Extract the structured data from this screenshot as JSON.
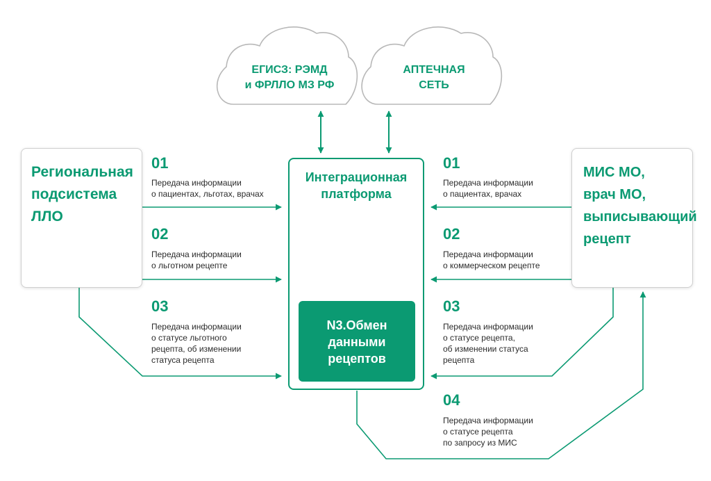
{
  "colors": {
    "accent": "#0b9a72",
    "text": "#2b2b2b",
    "box_border": "#cfcfcf"
  },
  "clouds": {
    "left": {
      "lines": [
        "ЕГИСЗ: РЭМД",
        "и ФРЛЛО МЗ РФ"
      ]
    },
    "right": {
      "lines": [
        "АПТЕЧНАЯ",
        "СЕТЬ"
      ]
    }
  },
  "left_box": {
    "lines": [
      "Региональная",
      "подсистема",
      "ЛЛО"
    ]
  },
  "right_box": {
    "lines": [
      "МИС МО,",
      "врач МО,",
      "выписывающий",
      "рецепт"
    ]
  },
  "platform": {
    "title_lines": [
      "Интеграционная",
      "платформа"
    ],
    "module_lines": [
      "N3.Обмен",
      "данными",
      "рецептов"
    ],
    "icon": "document-transfer-icon"
  },
  "left_flows": [
    {
      "num": "01",
      "lines": [
        "Передача информации",
        "о пациентах, льготах, врачах"
      ]
    },
    {
      "num": "02",
      "lines": [
        "Передача информации",
        "о льготном рецепте"
      ]
    },
    {
      "num": "03",
      "lines": [
        "Передача информации",
        "о статусе льготного",
        "рецепта, об изменении",
        "статуса рецепта"
      ]
    }
  ],
  "right_flows": [
    {
      "num": "01",
      "lines": [
        "Передача информации",
        "о пациентах, врачах"
      ]
    },
    {
      "num": "02",
      "lines": [
        "Передача информации",
        "о коммерческом рецепте"
      ]
    },
    {
      "num": "03",
      "lines": [
        "Передача информации",
        "о статусе рецепта,",
        "об изменении статуса",
        "рецепта"
      ]
    },
    {
      "num": "04",
      "lines": [
        "Передача информации",
        "о статусе рецепта",
        "по запросу из МИС"
      ]
    }
  ]
}
